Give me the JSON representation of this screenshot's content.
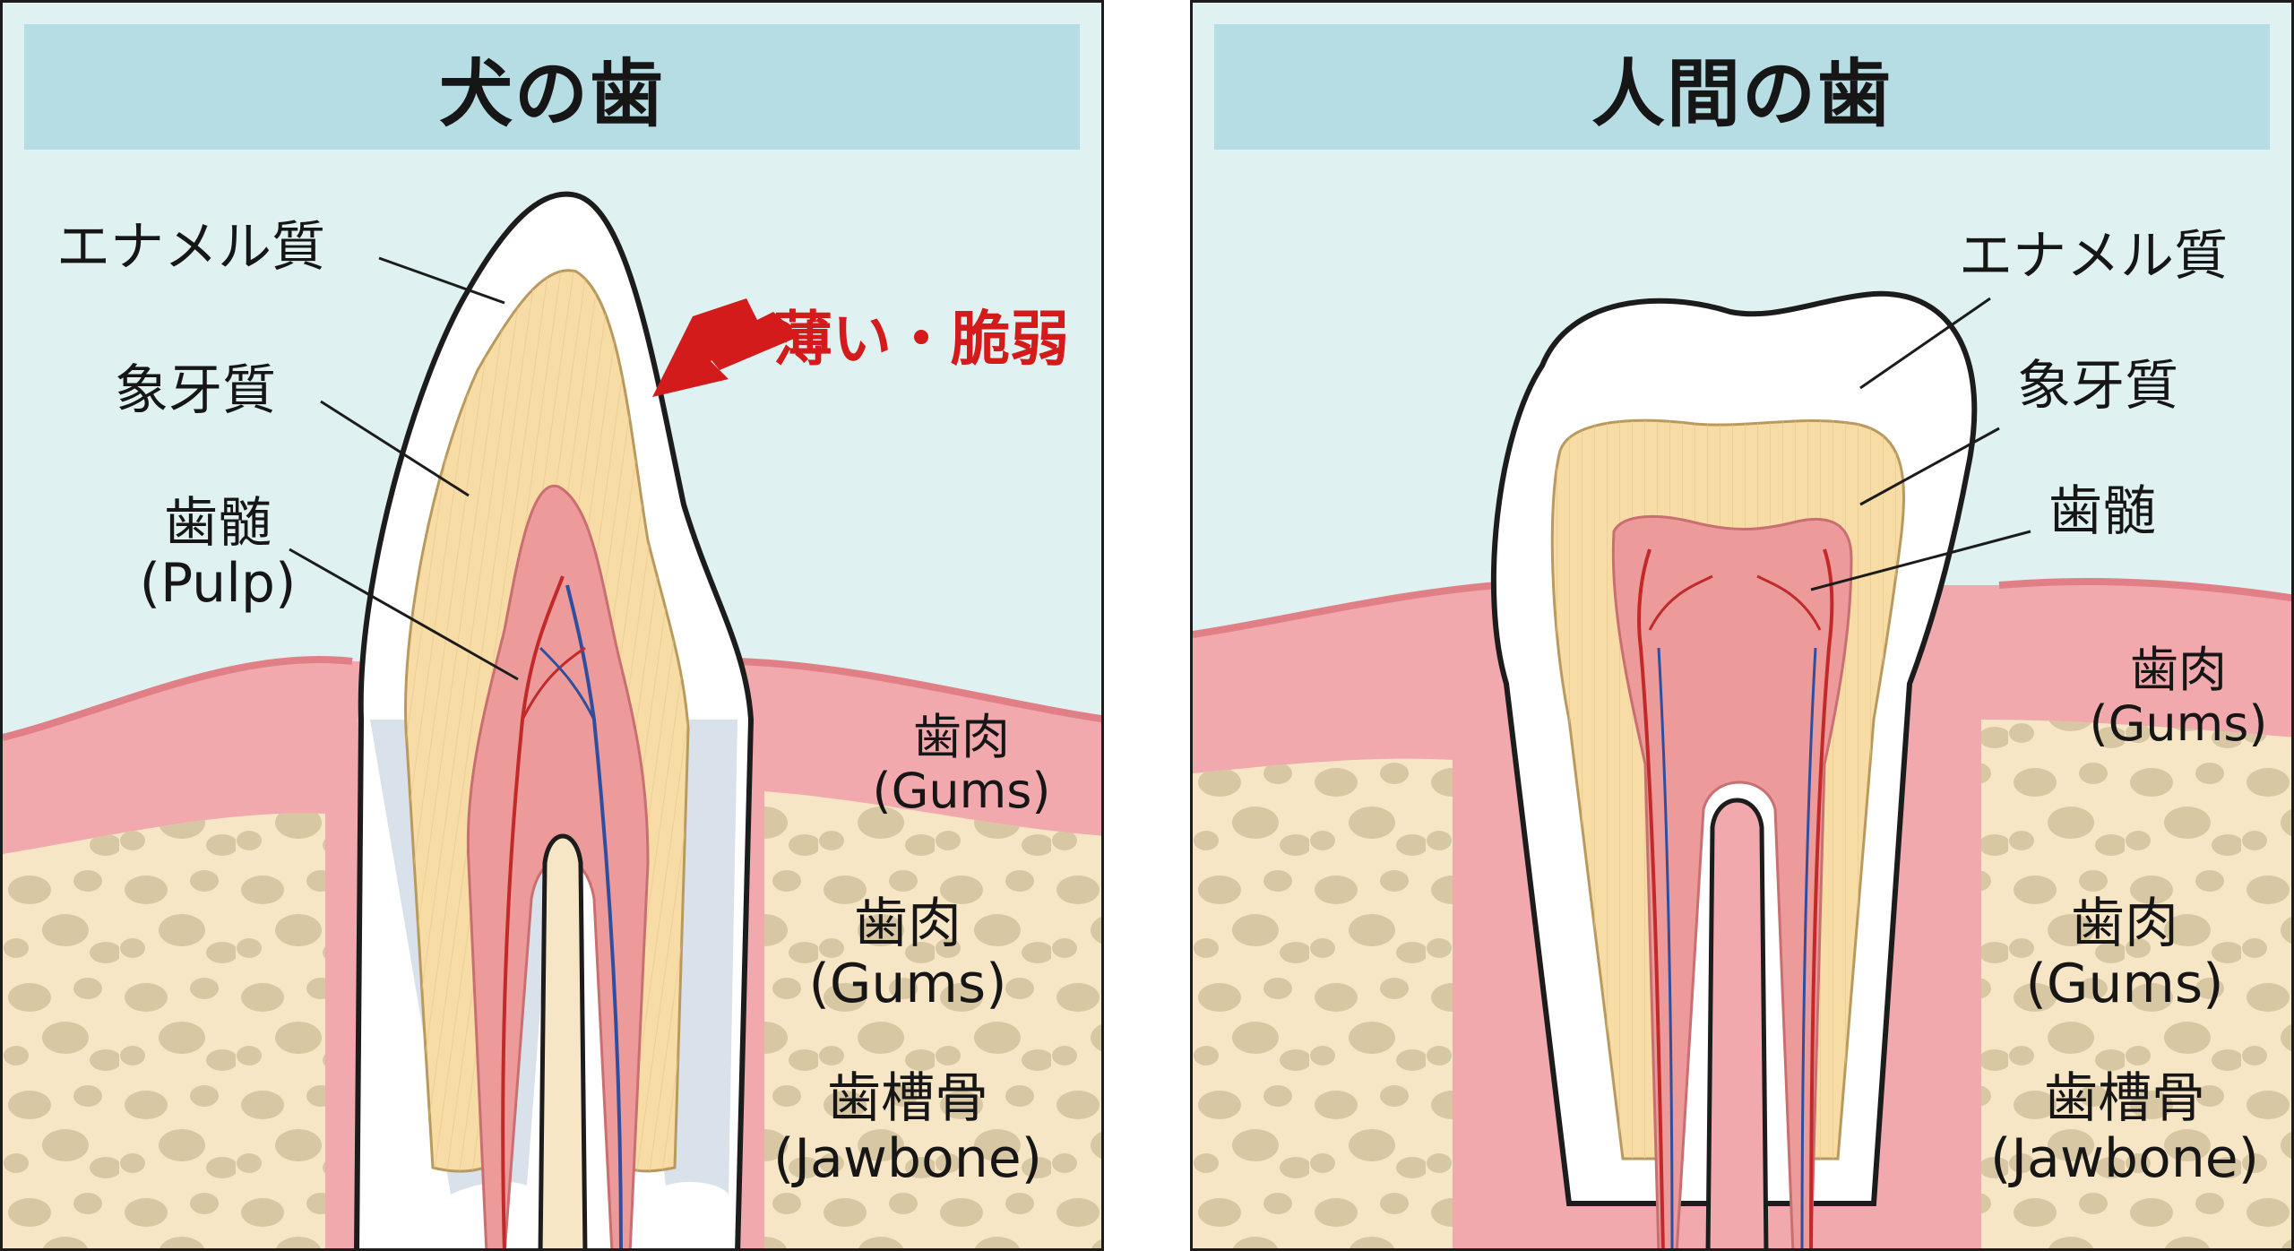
{
  "dog": {
    "title": "犬の歯",
    "enamel": "エナメル質",
    "dentin": "象牙質",
    "pulp": "歯髄",
    "pulp_en": "(Pulp)",
    "warning": "薄い・脆弱",
    "gums": "歯肉",
    "gums_en": "(Gums)",
    "gums2": "歯肉",
    "gums2_en": "(Gums)",
    "jawbone": "歯槽骨",
    "jawbone_en": "(Jawbone)"
  },
  "human": {
    "title": "人間の歯",
    "enamel": "エナメル質",
    "dentin": "象牙質",
    "pulp": "歯髄",
    "gums": "歯肉",
    "gums_en": "(Gums)",
    "gums2": "歯肉",
    "gums2_en": "(Gums)",
    "jawbone": "歯槽骨",
    "jawbone_en": "(Jawbone)"
  },
  "colors": {
    "background": "#dff1f1",
    "title_bar": "#b6dde3",
    "gum": "#f2a9ad",
    "bone": "#f7e6c6",
    "bone_spots": "#d8c7a3",
    "enamel": "#ffffff",
    "dentin": "#f8dca6",
    "pulp": "#ec9a9a",
    "warning": "#d31b1b"
  }
}
